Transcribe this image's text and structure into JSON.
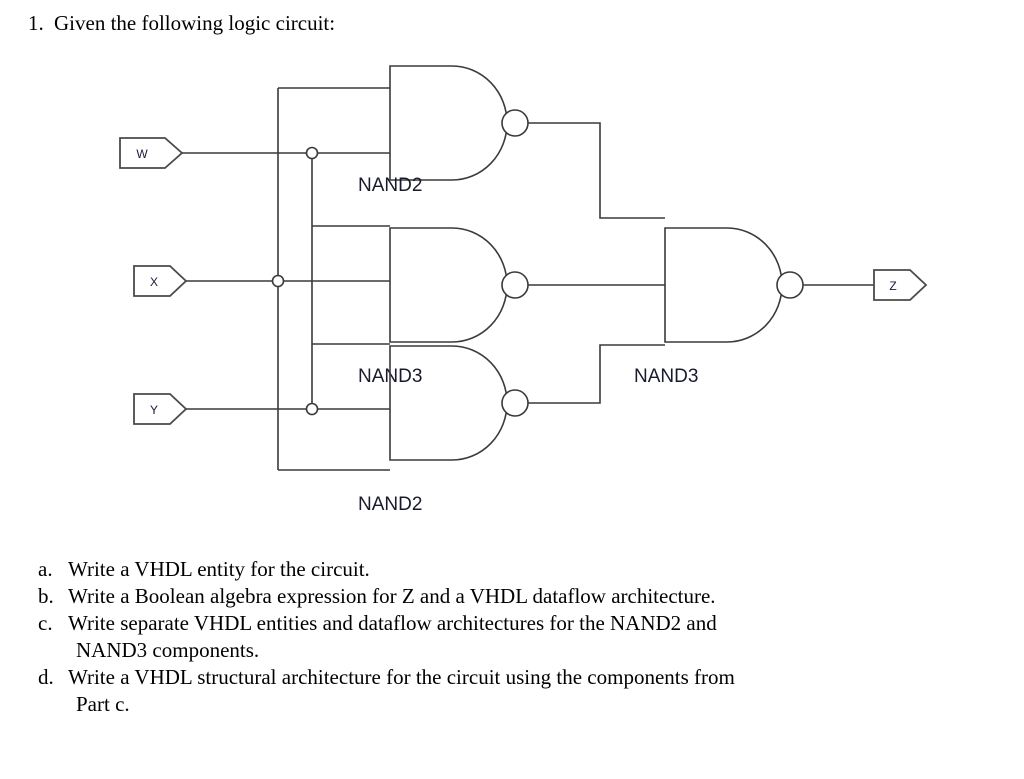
{
  "question": {
    "number": "1.",
    "prompt": "Given the following logic circuit:"
  },
  "circuit": {
    "inputs": [
      {
        "name": "W",
        "label": "W"
      },
      {
        "name": "X",
        "label": "X"
      },
      {
        "name": "Y",
        "label": "Y"
      }
    ],
    "outputs": [
      {
        "name": "Z",
        "label": "Z"
      }
    ],
    "gates": [
      {
        "id": "g1",
        "label": "NAND2",
        "type": "nand",
        "inputs": 2,
        "position": "top-left"
      },
      {
        "id": "g2",
        "label": "NAND3",
        "type": "nand",
        "inputs": 3,
        "position": "middle-left"
      },
      {
        "id": "g3",
        "label": "NAND2",
        "type": "nand",
        "inputs": 2,
        "position": "bottom-left"
      },
      {
        "id": "g4",
        "label": "NAND3",
        "type": "nand",
        "inputs": 3,
        "position": "right"
      }
    ],
    "colors": {
      "wire": "#3a3a3a",
      "label": "#1a1a2e",
      "background": "#ffffff"
    }
  },
  "parts": [
    {
      "label": "a.",
      "text": "Write a VHDL entity for the circuit.",
      "continuation": ""
    },
    {
      "label": "b.",
      "text": "Write a Boolean algebra expression for Z and a VHDL dataflow architecture.",
      "continuation": ""
    },
    {
      "label": "c.",
      "text": "Write separate VHDL entities and dataflow architectures for the NAND2 and",
      "continuation": "NAND3 components."
    },
    {
      "label": "d.",
      "text": "Write a VHDL structural architecture for the circuit using the components from",
      "continuation": "Part c."
    }
  ]
}
